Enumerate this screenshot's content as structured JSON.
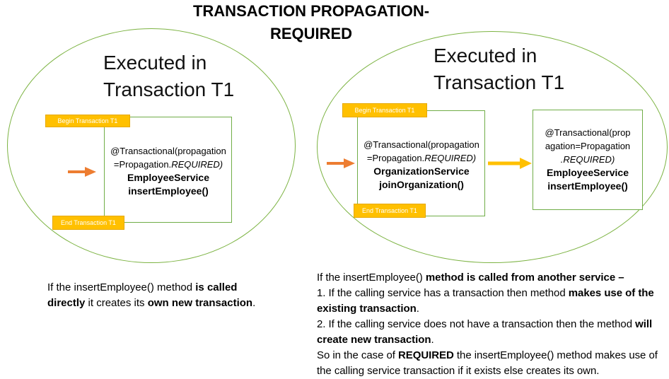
{
  "title_line1": "TRANSACTION PROPAGATION-",
  "title_line2": "REQUIRED",
  "left": {
    "executed_line1": "Executed in",
    "executed_line2": "Transaction T1",
    "begin_tag": "Begin Transaction  T1",
    "end_tag": "End Transaction T1",
    "annotation_line1": "@Transactional(propagation",
    "annotation_line2_prefix": "=Propagation.",
    "annotation_line2_italic": "REQUIRED)",
    "service": "EmployeeService",
    "method": "insertEmployee()",
    "desc": {
      "p1": "If the insertEmployee()  method ",
      "b1": "is called directly",
      "p2": " it creates its ",
      "b2": "own new transaction",
      "p3": "."
    }
  },
  "right": {
    "executed_line1": "Executed in",
    "executed_line2": "Transaction T1",
    "begin_tag": "Begin Transaction  T1",
    "end_tag": "End Transaction T1",
    "box1": {
      "annotation_line1": "@Transactional(propagation",
      "annotation_line2_prefix": "=Propagation.",
      "annotation_line2_italic": "REQUIRED)",
      "service": "OrganizationService",
      "method": "joinOrganization()"
    },
    "box2": {
      "annotation_line1": "@Transactional(prop",
      "annotation_line2": "agation=Propagation",
      "annotation_line3_italic": ".REQUIRED)",
      "service": "EmployeeService",
      "method": "insertEmployee()"
    },
    "desc": {
      "l1_plain": "If the insertEmployee()  ",
      "l1_bold": "method is called from another service –",
      "l2_plain": "1.  If the calling service has a transaction then method ",
      "l2_bold": "makes use of the existing transaction",
      "l2_end": ".",
      "l3_plain": "2.  If the calling service does not have a transaction then the method ",
      "l3_bold": "will create new transaction",
      "l3_end": ".",
      "l4_plain1": "So in the case of ",
      "l4_bold": "REQUIRED",
      "l4_plain2": " the insertEmployee() method makes use of the calling service transaction if it exists else creates its own."
    }
  },
  "colors": {
    "ellipse": "#7cb342",
    "box_border": "#70ad47",
    "tag_fill": "#ffc000",
    "arrow_orange": "#ed7d31",
    "arrow_yellow": "#ffc000"
  }
}
